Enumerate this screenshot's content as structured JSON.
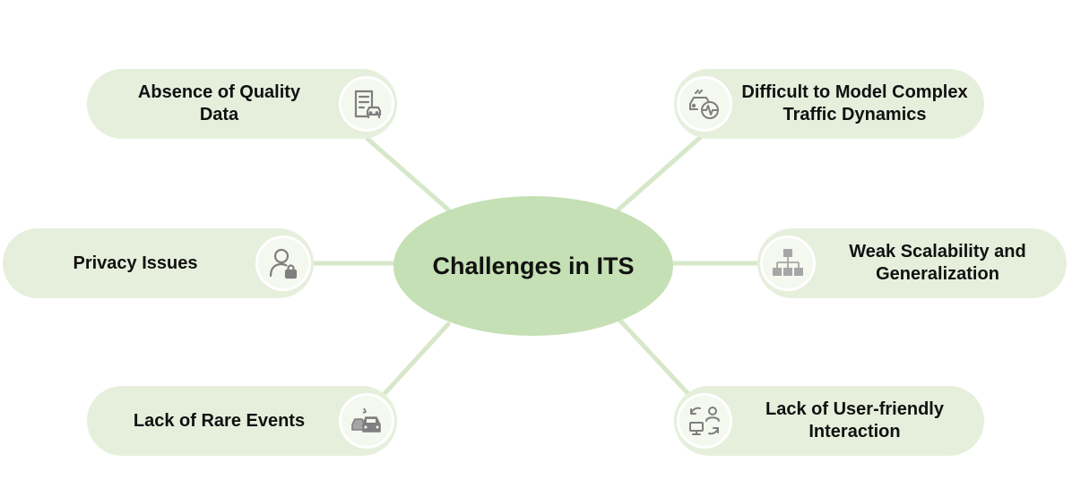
{
  "diagram": {
    "center": {
      "label": "Challenges in ITS"
    },
    "nodes": [
      {
        "id": "quality-data",
        "label": "Absence of Quality\nData",
        "icon": "document-car-icon"
      },
      {
        "id": "privacy",
        "label": "Privacy Issues",
        "icon": "user-lock-icon"
      },
      {
        "id": "rare-events",
        "label": "Lack of Rare Events",
        "icon": "car-crash-icon"
      },
      {
        "id": "traffic-dynamics",
        "label": "Difficult to Model Complex\nTraffic Dynamics",
        "icon": "car-pulse-icon"
      },
      {
        "id": "scalability",
        "label": "Weak Scalability and\nGeneralization",
        "icon": "hierarchy-icon"
      },
      {
        "id": "interaction",
        "label": "Lack of User-friendly\nInteraction",
        "icon": "user-computer-exchange-icon"
      }
    ],
    "colors": {
      "center_fill": "#c5e0b4",
      "node_fill": "#e6efdc",
      "connector": "#d7e8c9",
      "icon": "#7f7f7f"
    }
  }
}
